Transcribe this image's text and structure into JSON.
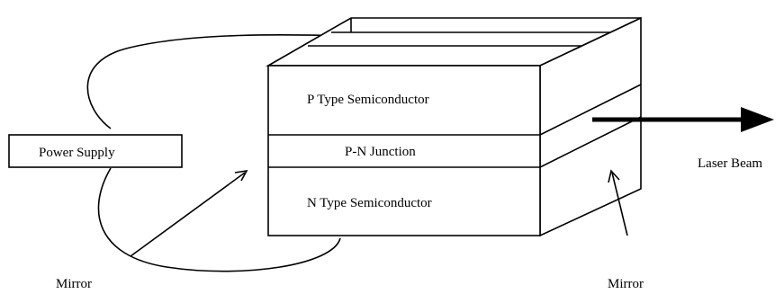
{
  "labels": {
    "power_supply": "Power Supply",
    "p_type": "P Type Semiconductor",
    "junction": "P-N Junction",
    "n_type": "N Type Semiconductor",
    "laser_beam": "Laser Beam",
    "mirror_left": "Mirror",
    "mirror_right": "Mirror"
  },
  "colors": {
    "line": "#000000",
    "background": "#ffffff"
  }
}
